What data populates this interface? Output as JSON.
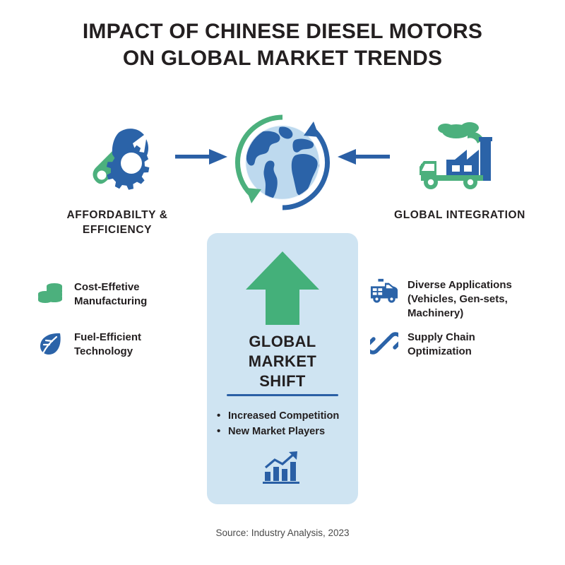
{
  "title": {
    "line1": "Impact of Chinese Diesel Motors",
    "line2": "on Global Market Trends"
  },
  "top_blocks": {
    "left": {
      "icon": "wrench-gear-icon",
      "label": "AFFORDABILTY & EFFICIENCY"
    },
    "center": {
      "icon": "globe-recycle-icon"
    },
    "right": {
      "icon": "truck-factory-icon",
      "label": "GLOBAL INTEGRATION"
    }
  },
  "arrows": {
    "left_to_globe": "arrow-right-icon",
    "right_to_globe": "arrow-left-icon"
  },
  "center_card": {
    "arrow_icon": "up-arrow-icon",
    "title_line1": "GLOBAL",
    "title_line2": "MARKET",
    "title_line3": "SHIFT",
    "bullets": [
      "Increased Competition",
      "New Market Players"
    ],
    "chart_icon": "bar-chart-growth-icon"
  },
  "left_features": [
    {
      "icon": "coins-icon",
      "line1": "Cost-Effetive",
      "line2": "Manufacturing"
    },
    {
      "icon": "leaf-icon",
      "line1": "Fuel-Efficient",
      "line2": "Technology"
    }
  ],
  "right_features": [
    {
      "icon": "delivery-truck-icon",
      "line1": "Diverse Applications",
      "line2": "(Vehicles, Gen-sets,",
      "line3": "Machinery)"
    },
    {
      "icon": "chain-link-icon",
      "line1": "Supply Chain",
      "line2": "Optimization"
    }
  ],
  "source": "Source: Industry Analysis, 2023",
  "colors": {
    "blue": "#2a5fa5",
    "blue_deep": "#2b63a8",
    "green": "#44b07a",
    "card_bg": "#cfe4f2",
    "text": "#231f20"
  }
}
